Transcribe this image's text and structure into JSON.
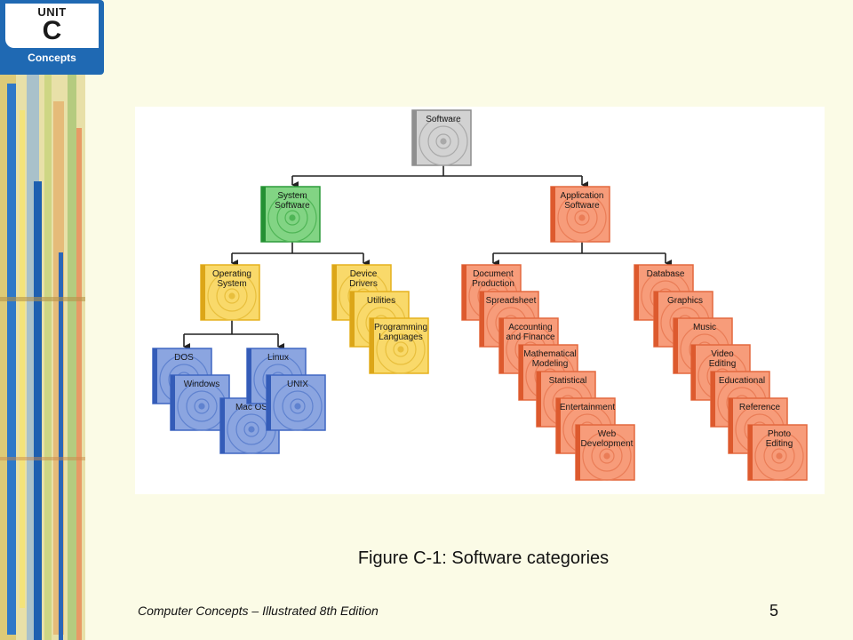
{
  "unit_badge": {
    "word": "UNIT",
    "letter": "C",
    "subtitle": "Concepts"
  },
  "caption": "Figure C-1: Software categories",
  "footer": {
    "text": "Computer Concepts – Illustrated 8th Edition",
    "page": "5"
  },
  "colors": {
    "gray": "#c9c9c9",
    "green": "#6cc76e",
    "yellow": "#f7cf47",
    "orange": "#f5906a",
    "blue": "#6f8fd6",
    "background": "#fbfbe6"
  },
  "diagram": {
    "root": {
      "id": "software",
      "label": [
        "Software"
      ],
      "color": "gray"
    },
    "nodes": [
      {
        "id": "system-software",
        "label": [
          "System",
          "Software"
        ],
        "color": "green"
      },
      {
        "id": "application-software",
        "label": [
          "Application",
          "Software"
        ],
        "color": "orange"
      },
      {
        "id": "operating-system",
        "label": [
          "Operating",
          "System"
        ],
        "color": "yellow"
      },
      {
        "id": "device-drivers",
        "label": [
          "Device",
          "Drivers"
        ],
        "color": "yellow"
      },
      {
        "id": "utilities",
        "label": [
          "Utilities"
        ],
        "color": "yellow"
      },
      {
        "id": "programming-languages",
        "label": [
          "Programming",
          "Languages"
        ],
        "color": "yellow"
      },
      {
        "id": "dos",
        "label": [
          "DOS"
        ],
        "color": "blue"
      },
      {
        "id": "windows",
        "label": [
          "Windows"
        ],
        "color": "blue"
      },
      {
        "id": "mac-os",
        "label": [
          "Mac OS"
        ],
        "color": "blue"
      },
      {
        "id": "linux",
        "label": [
          "Linux"
        ],
        "color": "blue"
      },
      {
        "id": "unix",
        "label": [
          "UNIX"
        ],
        "color": "blue"
      },
      {
        "id": "document-production",
        "label": [
          "Document",
          "Production"
        ],
        "color": "orange"
      },
      {
        "id": "spreadsheet",
        "label": [
          "Spreadsheet"
        ],
        "color": "orange"
      },
      {
        "id": "accounting-and-finance",
        "label": [
          "Accounting",
          "and Finance"
        ],
        "color": "orange"
      },
      {
        "id": "mathematical-modeling",
        "label": [
          "Mathematical",
          "Modeling"
        ],
        "color": "orange"
      },
      {
        "id": "statistical",
        "label": [
          "Statistical"
        ],
        "color": "orange"
      },
      {
        "id": "entertainment",
        "label": [
          "Entertainment"
        ],
        "color": "orange"
      },
      {
        "id": "web-development",
        "label": [
          "Web",
          "Development"
        ],
        "color": "orange"
      },
      {
        "id": "database",
        "label": [
          "Database"
        ],
        "color": "orange"
      },
      {
        "id": "graphics",
        "label": [
          "Graphics"
        ],
        "color": "orange"
      },
      {
        "id": "music",
        "label": [
          "Music"
        ],
        "color": "orange"
      },
      {
        "id": "video-editing",
        "label": [
          "Video",
          "Editing"
        ],
        "color": "orange"
      },
      {
        "id": "educational",
        "label": [
          "Educational"
        ],
        "color": "orange"
      },
      {
        "id": "reference",
        "label": [
          "Reference"
        ],
        "color": "orange"
      },
      {
        "id": "photo-editing",
        "label": [
          "Photo",
          "Editing"
        ],
        "color": "orange"
      }
    ],
    "edges": [
      [
        "software",
        "system-software"
      ],
      [
        "software",
        "application-software"
      ],
      [
        "system-software",
        "operating-system"
      ],
      [
        "system-software",
        "device-drivers"
      ],
      [
        "operating-system",
        "dos"
      ],
      [
        "operating-system",
        "linux"
      ],
      [
        "application-software",
        "document-production"
      ],
      [
        "application-software",
        "database"
      ]
    ]
  }
}
